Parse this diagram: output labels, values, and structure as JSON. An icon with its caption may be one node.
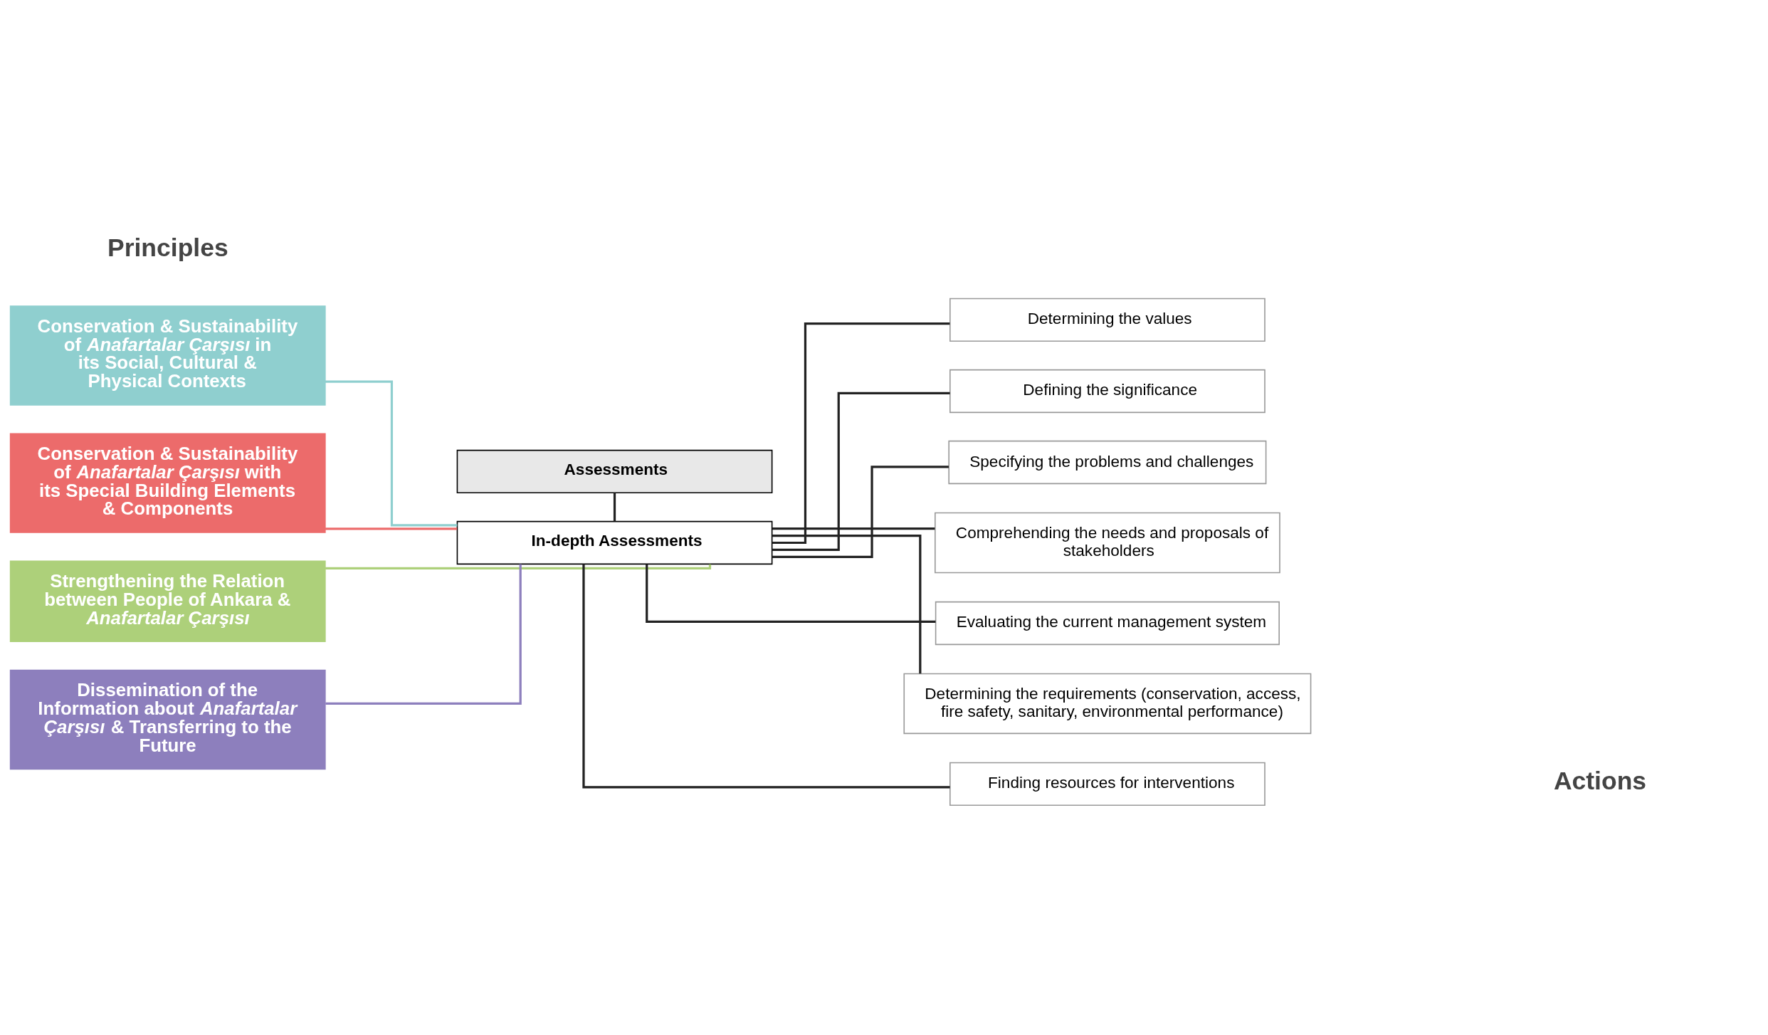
{
  "diagram": {
    "nodes": [
      {
        "text": [
          "Conservation & Sustainability of *Anafartalar Çarşısı* in its Social, Cultural & Physical Contexts"
        ]
      },
      {
        "text": [
          "Conservation & Sustainability of *Anafartalar Çarşısı* with its Special Building Elements & Components"
        ]
      },
      {
        "text": [
          "Strengthening the Relation between People of Ankara & *Anafartalar Çarşısı*"
        ]
      },
      {
        "text": [
          "Dissemination of the Information about *Anafartalar Çarşısı* & Transferring to the Future"
        ]
      },
      {
        "text": [
          "Assessments"
        ]
      },
      {
        "text": [
          "In-depth Assessments"
        ]
      },
      {
        "text": [
          "Determining the values"
        ]
      },
      {
        "text": [
          "Defining the significance"
        ]
      },
      {
        "text": [
          "Specifying the problems and challenges"
        ]
      },
      {
        "text": [
          "Comprehending the needs and proposals of stakeholders"
        ]
      },
      {
        "text": [
          "Evaluating the current management system"
        ]
      },
      {
        "text": [
          "Determining the requirements (conservation, access, fire safety, sanitary, environmental performance)"
        ]
      },
      {
        "text": [
          "Finding resources for interventions"
        ]
      }
    ],
    "edges": [
      {
        "from": 0,
        "to": 5,
        "arrow": "none",
        "color": "#8fcfcf"
      },
      {
        "from": 1,
        "to": 5,
        "arrow": "none",
        "color": "#ec6b6b"
      },
      {
        "from": 2,
        "to": 5,
        "arrow": "none",
        "color": "#add07a"
      },
      {
        "from": 3,
        "to": 5,
        "arrow": "none",
        "color": "#8d7fbd"
      },
      {
        "from": 4,
        "to": 5,
        "arrow": "none"
      },
      {
        "from": 5,
        "to": 6,
        "arrow": "none"
      },
      {
        "from": 5,
        "to": 7,
        "arrow": "none"
      },
      {
        "from": 5,
        "to": 8,
        "arrow": "none"
      },
      {
        "from": 5,
        "to": 9,
        "arrow": "none"
      },
      {
        "from": 5,
        "to": 10,
        "arrow": "none"
      },
      {
        "from": 5,
        "to": 11,
        "arrow": "none"
      },
      {
        "from": 5,
        "to": 12,
        "arrow": "none"
      }
    ],
    "labels": [
      "Principles",
      "Actions"
    ]
  }
}
